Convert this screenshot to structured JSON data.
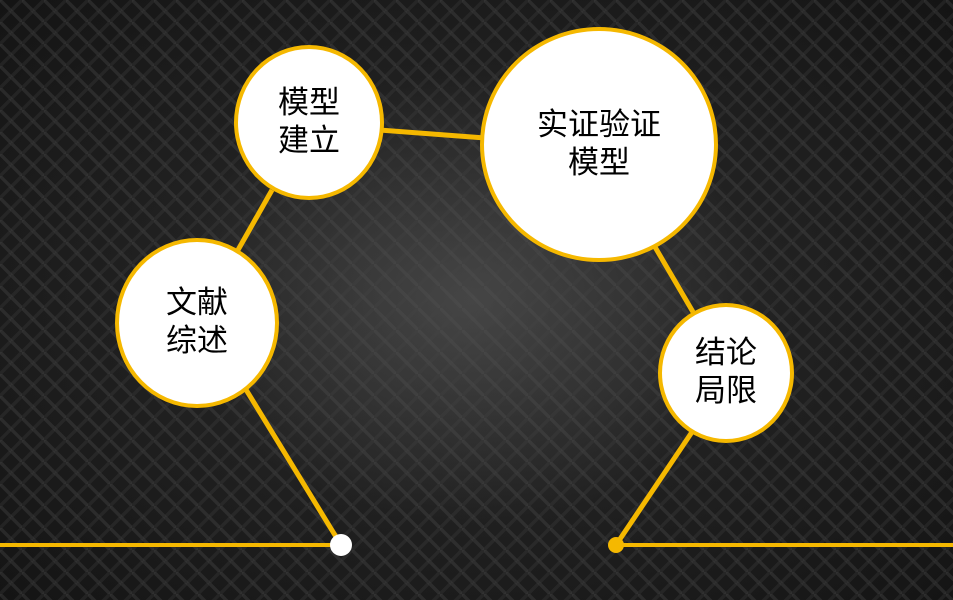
{
  "colors": {
    "accent": "#f5b800",
    "node_fill": "#ffffff",
    "text": "#000000",
    "background": "#1b1b1b"
  },
  "nodes": [
    {
      "id": "literature-review",
      "line1": "文献",
      "line2": "综述"
    },
    {
      "id": "model-building",
      "line1": "模型",
      "line2": "建立"
    },
    {
      "id": "empirical-validation",
      "line1": "实证验证",
      "line2": "模型"
    },
    {
      "id": "conclusion-limitations",
      "line1": "结论",
      "line2": "局限"
    }
  ]
}
